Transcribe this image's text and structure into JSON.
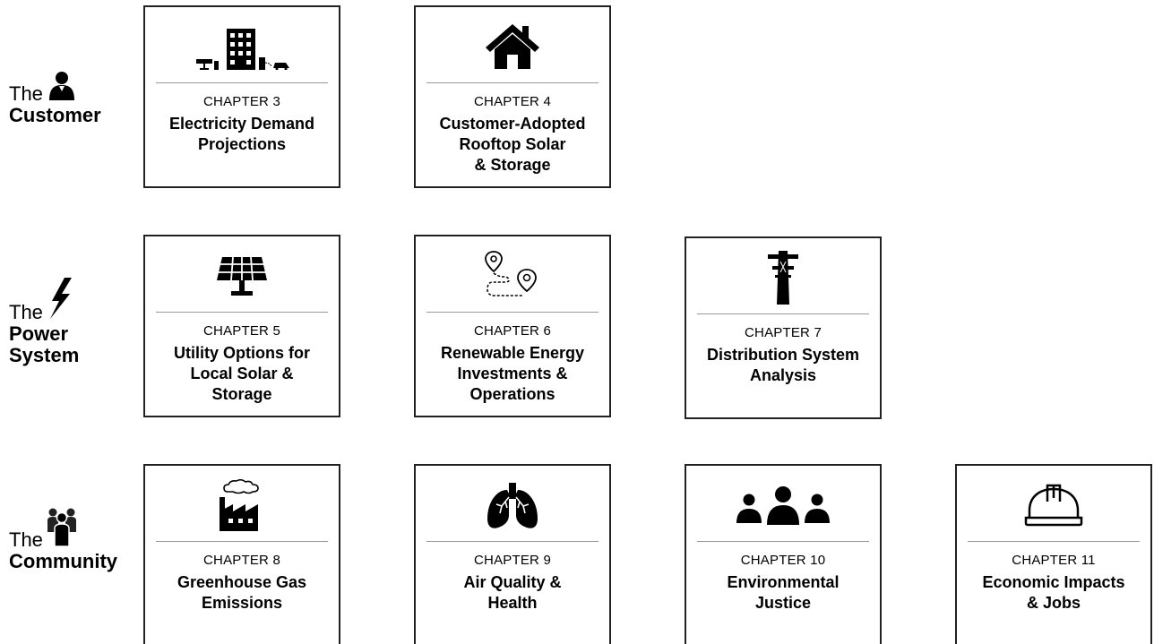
{
  "rows": {
    "customer": {
      "the": "The",
      "name": "Customer",
      "icon": "person-icon"
    },
    "power": {
      "the": "The",
      "name_line1": "Power",
      "name_line2": "System",
      "icon": "lightning-bolt-icon"
    },
    "community": {
      "the": "The",
      "name": "Community",
      "icon": "group-of-people-icon"
    }
  },
  "cards": {
    "ch3": {
      "chapter": "CHAPTER 3",
      "title": "Electricity Demand\nProjections",
      "icon": "building-solar-ev-icon"
    },
    "ch4": {
      "chapter": "CHAPTER 4",
      "title": "Customer-Adopted\nRooftop Solar\n& Storage",
      "icon": "house-icon"
    },
    "ch5": {
      "chapter": "CHAPTER 5",
      "title": "Utility Options for\nLocal Solar &\nStorage",
      "icon": "solar-panel-icon"
    },
    "ch6": {
      "chapter": "CHAPTER 6",
      "title": "Renewable Energy\nInvestments &\nOperations",
      "icon": "map-route-pins-icon"
    },
    "ch7": {
      "chapter": "CHAPTER 7",
      "title": "Distribution System\nAnalysis",
      "icon": "transmission-tower-icon"
    },
    "ch8": {
      "chapter": "CHAPTER 8",
      "title": "Greenhouse Gas\nEmissions",
      "icon": "factory-smoke-icon"
    },
    "ch9": {
      "chapter": "CHAPTER 9",
      "title": "Air Quality &\nHealth",
      "icon": "lungs-icon"
    },
    "ch10": {
      "chapter": "CHAPTER 10",
      "title": "Environmental\nJustice",
      "icon": "three-people-icon"
    },
    "ch11": {
      "chapter": "CHAPTER 11",
      "title": "Economic Impacts\n& Jobs",
      "icon": "hard-hat-icon"
    }
  }
}
